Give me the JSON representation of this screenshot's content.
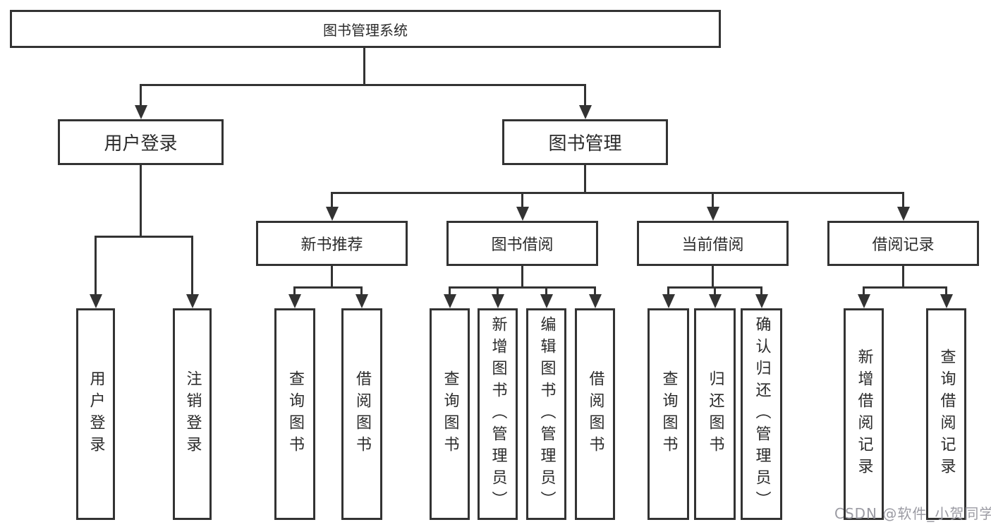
{
  "diagram": {
    "title": "图书管理系统",
    "line_color": "#333333",
    "text_color": "#2b2b2b",
    "watermark": {
      "text": "CSDN @软件_小贺同学",
      "color": "#9b9ba3"
    },
    "nodes": {
      "root": {
        "label": "图书管理系统"
      },
      "user_login": {
        "label": "用户登录"
      },
      "book_mgmt": {
        "label": "图书管理"
      },
      "new_book_rec": {
        "label": "新书推荐"
      },
      "book_borrow": {
        "label": "图书借阅"
      },
      "current_borrow": {
        "label": "当前借阅"
      },
      "borrow_record": {
        "label": "借阅记录"
      },
      "leaf_user_login": {
        "label": "用户登录"
      },
      "leaf_logout": {
        "label": "注销登录"
      },
      "leaf_query_book_1": {
        "label": "查询图书"
      },
      "leaf_borrow_book_1": {
        "label": "借阅图书"
      },
      "leaf_query_book_2": {
        "label": "查询图书"
      },
      "leaf_add_book": {
        "label": "新增图书（管理员）"
      },
      "leaf_edit_book": {
        "label": "编辑图书（管理员）"
      },
      "leaf_borrow_book_2": {
        "label": "借阅图书"
      },
      "leaf_query_book_3": {
        "label": "查询图书"
      },
      "leaf_return_book": {
        "label": "归还图书"
      },
      "leaf_confirm_return": {
        "label": "确认归还（管理员）"
      },
      "leaf_add_record": {
        "label": "新增借阅记录"
      },
      "leaf_query_record": {
        "label": "查询借阅记录"
      }
    },
    "tree": {
      "label": "图书管理系统",
      "children": [
        {
          "label": "用户登录",
          "children": [
            {
              "label": "用户登录"
            },
            {
              "label": "注销登录"
            }
          ]
        },
        {
          "label": "图书管理",
          "children": [
            {
              "label": "新书推荐",
              "children": [
                {
                  "label": "查询图书"
                },
                {
                  "label": "借阅图书"
                }
              ]
            },
            {
              "label": "图书借阅",
              "children": [
                {
                  "label": "查询图书"
                },
                {
                  "label": "新增图书（管理员）"
                },
                {
                  "label": "编辑图书（管理员）"
                },
                {
                  "label": "借阅图书"
                }
              ]
            },
            {
              "label": "当前借阅",
              "children": [
                {
                  "label": "查询图书"
                },
                {
                  "label": "归还图书"
                },
                {
                  "label": "确认归还（管理员）"
                }
              ]
            },
            {
              "label": "借阅记录",
              "children": [
                {
                  "label": "新增借阅记录"
                },
                {
                  "label": "查询借阅记录"
                }
              ]
            }
          ]
        }
      ]
    }
  }
}
